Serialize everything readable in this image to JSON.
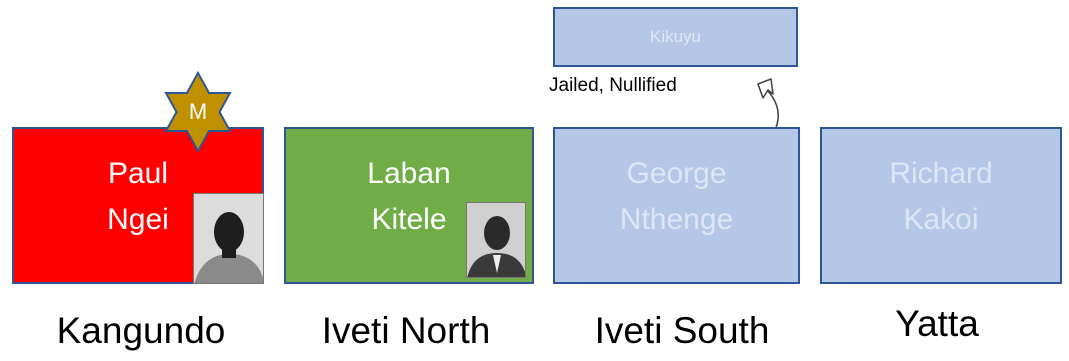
{
  "constituencies": [
    {
      "name": "Kangundo",
      "candidate_line1": "Paul",
      "candidate_line2": "Ngei",
      "fill": "#ff0000",
      "badge": "M"
    },
    {
      "name": "Iveti North",
      "candidate_line1": "Laban",
      "candidate_line2": "Kitele",
      "fill": "#70ad47"
    },
    {
      "name": "Iveti South",
      "candidate_line1": "George",
      "candidate_line2": "Nthenge",
      "fill": "#b4c7e7"
    },
    {
      "name": "Yatta",
      "candidate_line1": "Richard",
      "candidate_line2": "Kakoi",
      "fill": "#b4c7e7"
    }
  ],
  "party_box": {
    "label": "Kikuyu",
    "fill": "#b4c7e7"
  },
  "annotation": "Jailed, Nullified",
  "colors": {
    "border": "#2f5597",
    "star": "#bf9000"
  }
}
